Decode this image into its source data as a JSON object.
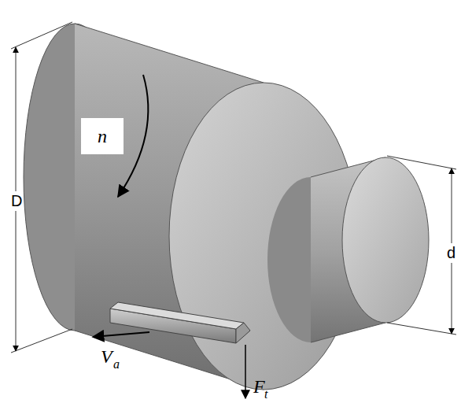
{
  "diagram": {
    "nodes": [
      {
        "text": [
          "n"
        ]
      }
    ],
    "labels": [
      "D",
      "d",
      "V",
      "a",
      "F",
      "t"
    ]
  }
}
